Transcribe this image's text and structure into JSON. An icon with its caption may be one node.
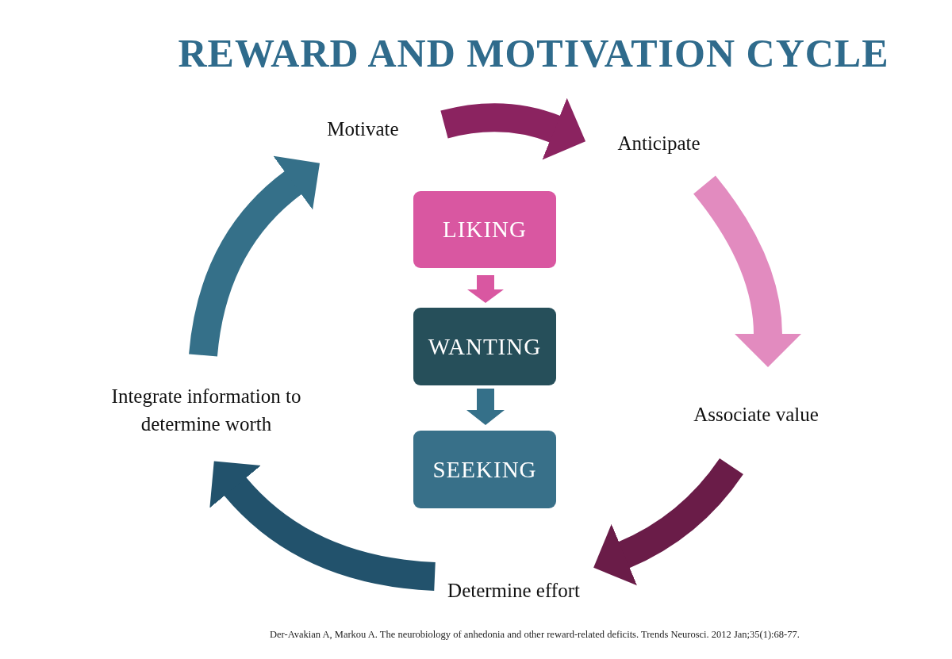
{
  "diagram": {
    "title": "REWARD AND MOTIVATION CYCLE",
    "caption": "Der-Avakian A, Markou A. The neurobiology of anhedonia and other reward-related deficits. Trends Neurosci. 2012 Jan;35(1):68-77.",
    "nodes": [
      {
        "text": [
          "Motivate"
        ]
      },
      {
        "text": [
          "Anticipate"
        ]
      },
      {
        "text": [
          "Associate value"
        ]
      },
      {
        "text": [
          "Determine effort"
        ]
      },
      {
        "text": [
          "Integrate information to determine worth"
        ]
      },
      {
        "text": [
          "LIKING"
        ]
      },
      {
        "text": [
          "WANTING"
        ]
      },
      {
        "text": [
          "SEEKING"
        ]
      }
    ],
    "edges": [
      {
        "from": 0,
        "to": 1,
        "arrow": "to",
        "color": "#8b2360"
      },
      {
        "from": 1,
        "to": 2,
        "arrow": "to",
        "color": "#e28bbf"
      },
      {
        "from": 2,
        "to": 3,
        "arrow": "to",
        "color": "#6a1c48"
      },
      {
        "from": 3,
        "to": 4,
        "arrow": "to",
        "color": "#22526c"
      },
      {
        "from": 4,
        "to": 0,
        "arrow": "to",
        "color": "#357089"
      },
      {
        "from": 5,
        "to": 6,
        "arrow": "to",
        "color": "#d957a1"
      },
      {
        "from": 6,
        "to": 7,
        "arrow": "to",
        "color": "#357089"
      }
    ]
  }
}
